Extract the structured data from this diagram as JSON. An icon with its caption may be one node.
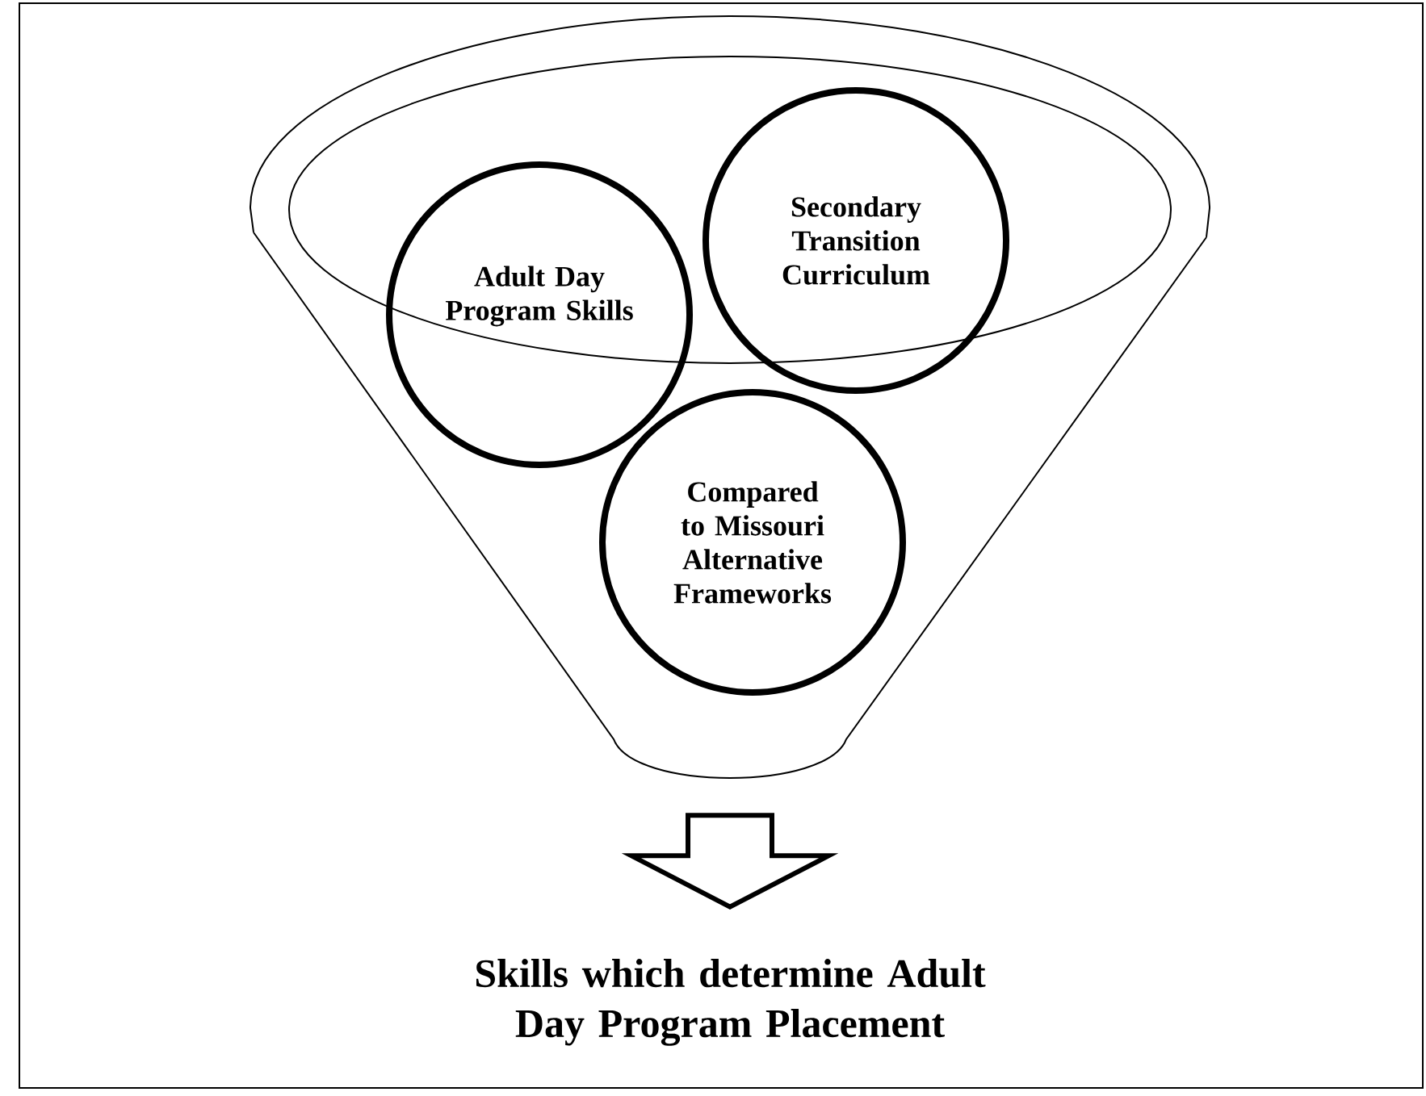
{
  "diagram": {
    "nodes": [
      {
        "text": [],
        "shape": "funnel"
      },
      {
        "text": [
          "Adult Day Program Skills"
        ],
        "in": 0
      },
      {
        "text": [
          "Secondary Transition Curriculum"
        ],
        "in": 0
      },
      {
        "text": [
          "Compared to Missouri Alternative Frameworks"
        ],
        "in": 0
      },
      {
        "text": [
          "Skills which determine Adult Day Program Placement"
        ]
      }
    ],
    "edges": [
      {
        "from": 0,
        "to": 4,
        "arrow": "to"
      }
    ]
  }
}
